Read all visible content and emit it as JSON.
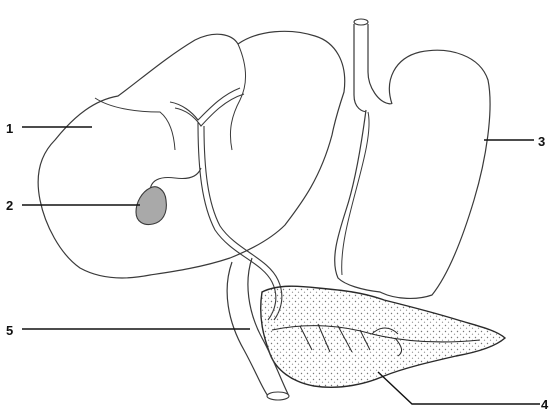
{
  "labels": {
    "one": "1",
    "two": "2",
    "three": "3",
    "four": "4",
    "five": "5"
  },
  "colors": {
    "outline": "#3a3a3a",
    "gallbladder_fill": "#a9a9a9",
    "pancreas_fill": "#e6e6e6",
    "paper": "#ffffff"
  }
}
